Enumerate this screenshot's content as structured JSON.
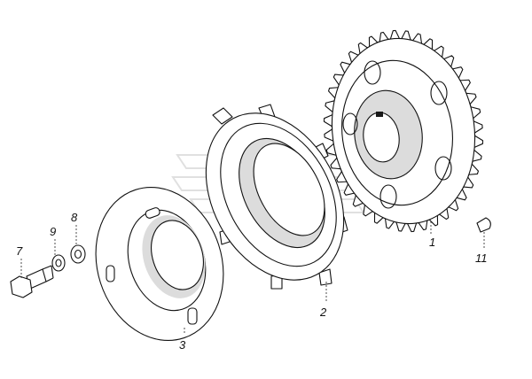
{
  "diagram": {
    "callouts": [
      {
        "id": "gear",
        "label": "1"
      },
      {
        "id": "hub-ring",
        "label": "2"
      },
      {
        "id": "thrust-flange",
        "label": "3"
      },
      {
        "id": "bolt",
        "label": "7"
      },
      {
        "id": "washer-flat",
        "label": "8"
      },
      {
        "id": "washer-spring",
        "label": "9"
      },
      {
        "id": "woodruff-key",
        "label": "11"
      }
    ],
    "colors": {
      "line": "#111111",
      "shade": "#dcdcdc",
      "watermark": "#c8c8c8",
      "background": "#ffffff"
    }
  }
}
